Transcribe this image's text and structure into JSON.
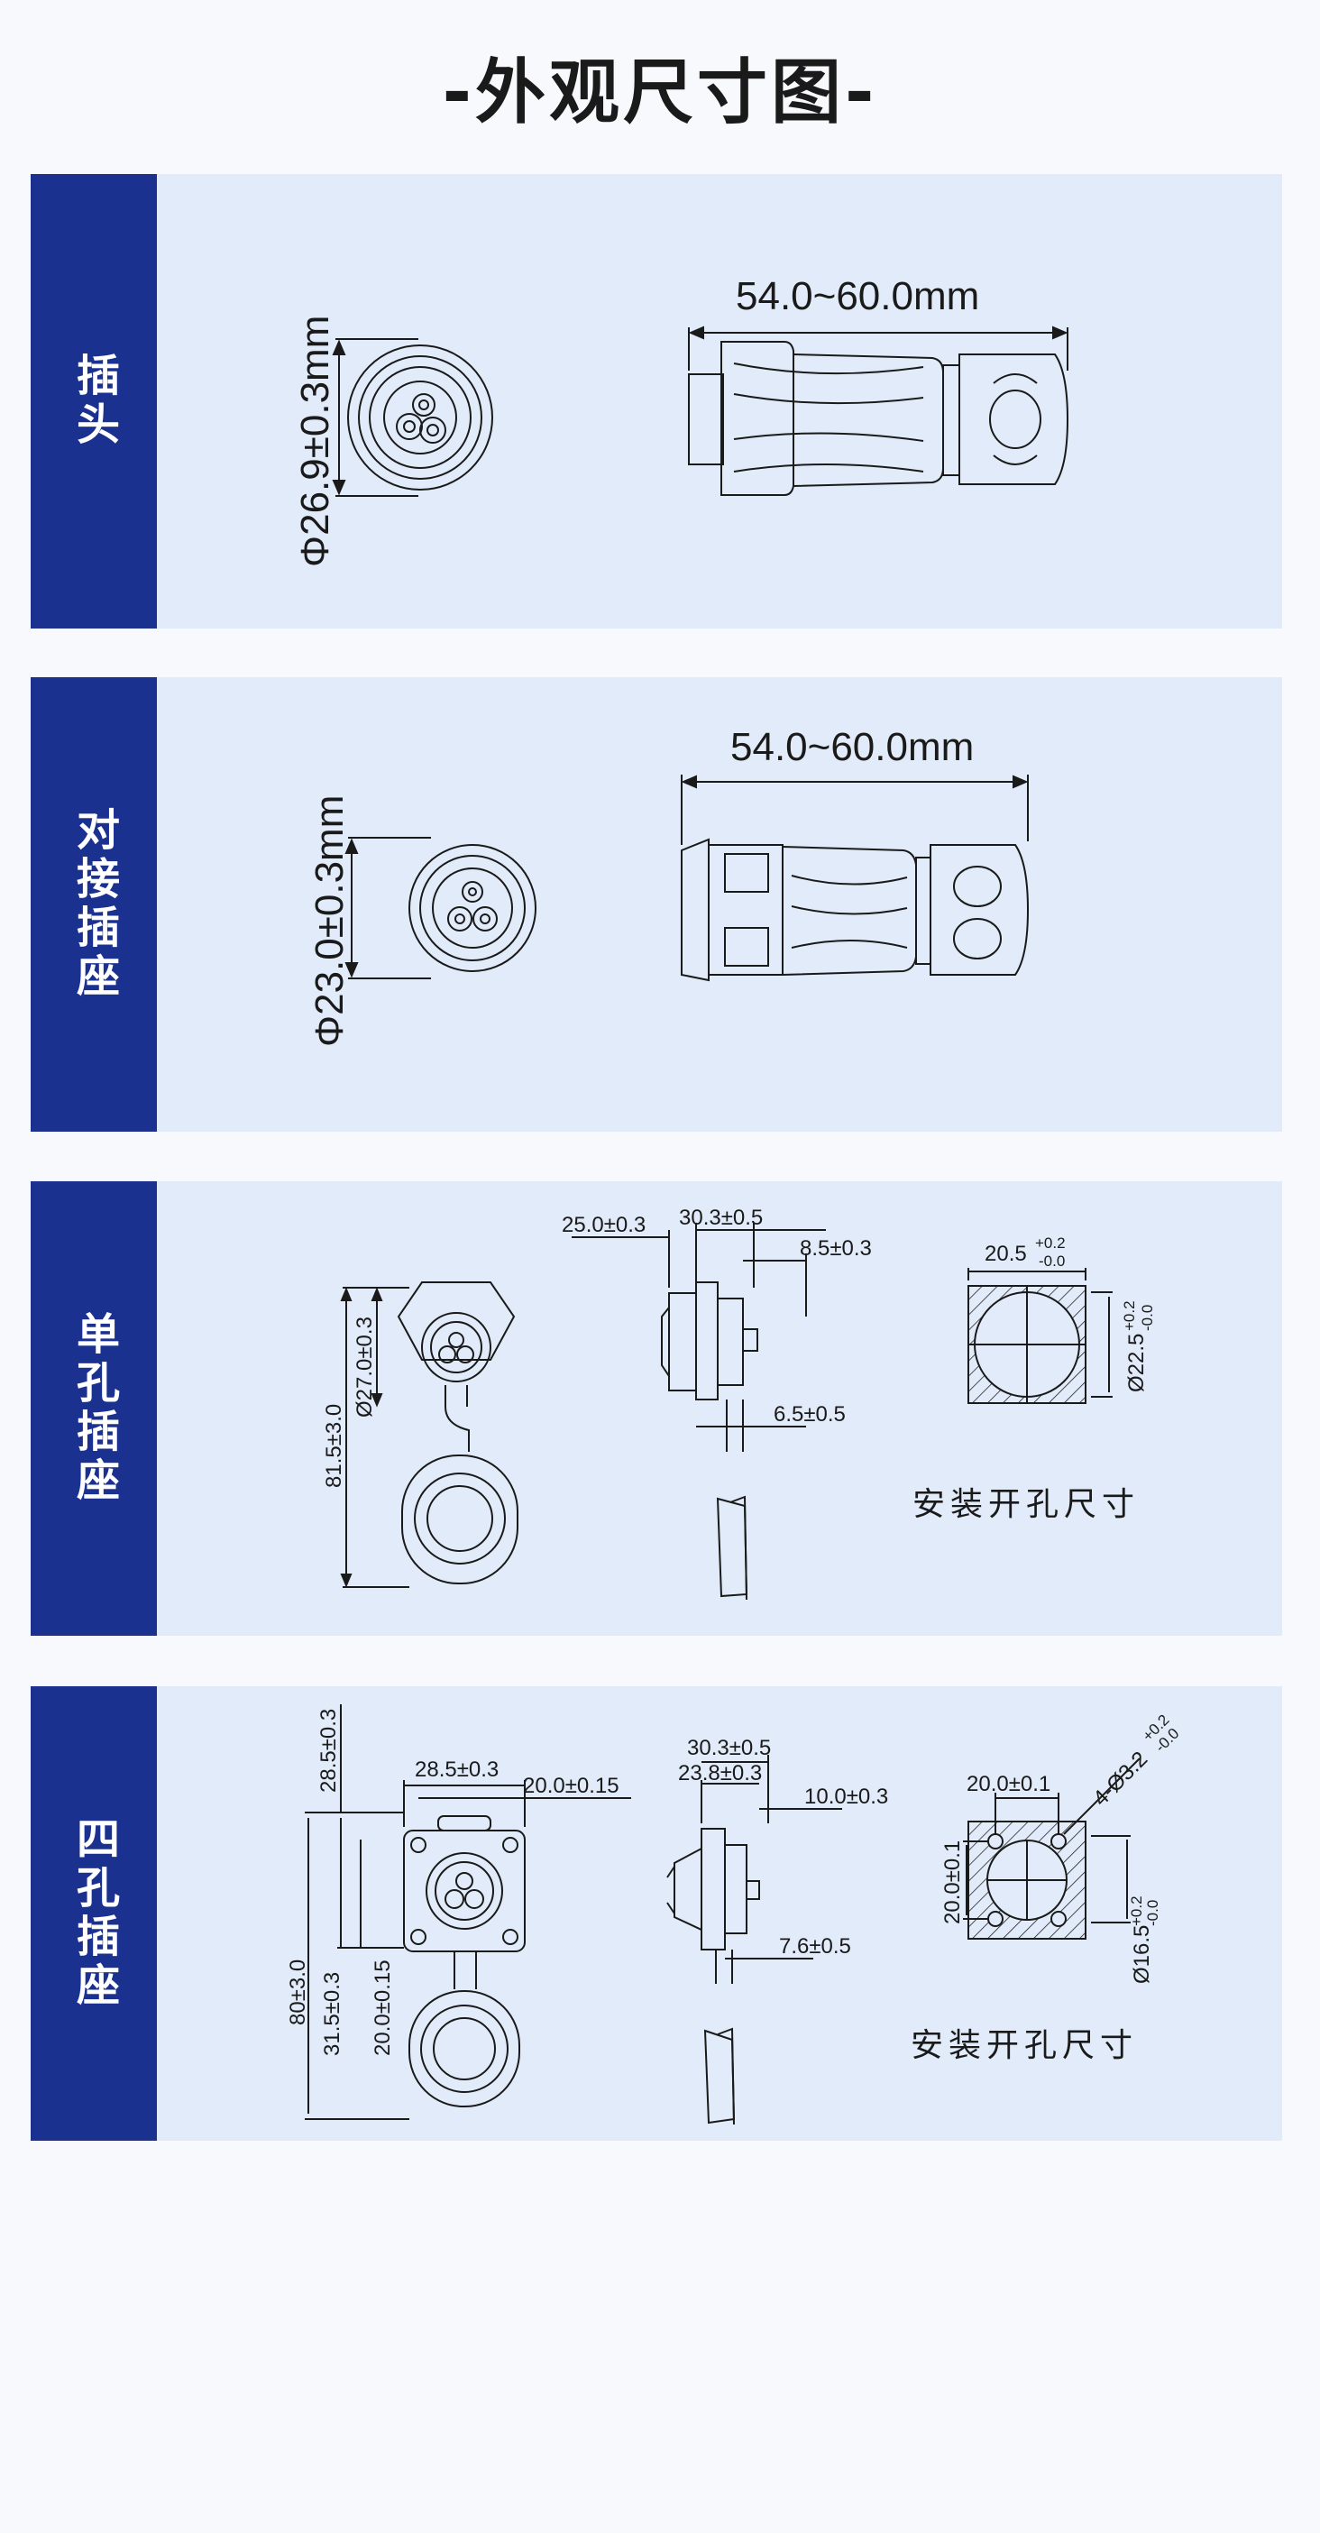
{
  "page_title": "-外观尺寸图-",
  "sections": [
    {
      "label": "插头",
      "dims": {
        "diameter": "Φ26.9±0.3mm",
        "length": "54.0~60.0mm"
      }
    },
    {
      "label": "对接插座",
      "dims": {
        "diameter": "Φ23.0±0.3mm",
        "length": "54.0~60.0mm"
      }
    },
    {
      "label": "单孔插座",
      "dims": {
        "total_height": "81.5±3.0",
        "diameter": "Ø27.0±0.3",
        "a": "25.0±0.3",
        "b": "30.3±0.5",
        "c": "8.5±0.3",
        "d": "6.5±0.5",
        "cut_w": "20.5",
        "cut_w_tol_upper": "+0.2",
        "cut_w_tol_lower": "-0.0",
        "cut_d": "Ø22.5",
        "cut_d_tol_upper": "+0.2",
        "cut_d_tol_lower": "-0.0",
        "cut_caption": "安装开孔尺寸"
      }
    },
    {
      "label": "四孔插座",
      "dims": {
        "total_height": "80±3.0",
        "h1": "28.5±0.3",
        "w1": "28.5±0.3",
        "w2": "20.0±0.15",
        "h2": "31.5±0.3",
        "h3": "20.0±0.15",
        "a": "30.3±0.5",
        "b": "23.8±0.3",
        "c": "10.0±0.3",
        "d": "7.6±0.5",
        "cut_w": "20.0±0.1",
        "cut_h": "20.0±0.1",
        "cut_holes": "4-Ø3.2",
        "cut_holes_tol_upper": "+0.2",
        "cut_holes_tol_lower": "-0.0",
        "cut_d": "Ø16.5",
        "cut_d_tol_upper": "+0.2",
        "cut_d_tol_lower": "-0.0",
        "cut_caption": "安装开孔尺寸"
      }
    }
  ]
}
